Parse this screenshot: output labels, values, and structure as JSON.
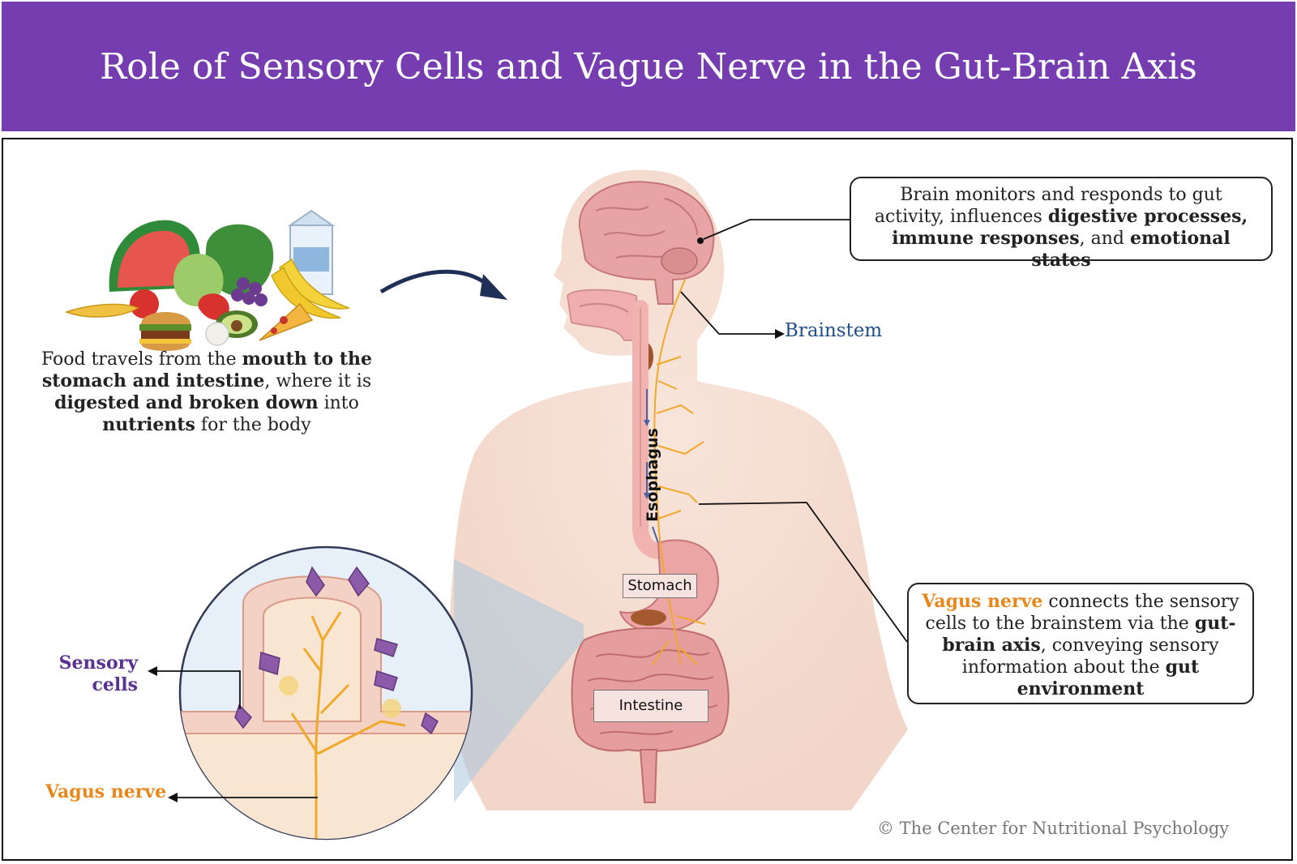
{
  "title": "Role of Sensory Cells and Vague Nerve in the Gut-Brain Axis",
  "food_text": {
    "p1": "Food travels from the ",
    "b1": "mouth to the stomach and intestine",
    "p2": ", where it is ",
    "b2": "digested and broken down",
    "p3": " into ",
    "b3": "nutrients",
    "p4": " for the body"
  },
  "brain_callout": {
    "p1": "Brain monitors and responds to gut activity, influences ",
    "b1": "digestive processes, immune responses",
    "p2": ", and ",
    "b2": "emotional states"
  },
  "vagus_callout": {
    "o1": "Vagus nerve",
    "p1": " connects the sensory cells to the brainstem via the ",
    "b1": "gut-brain axis",
    "p2": ", conveying sensory information about the ",
    "b2": "gut environment"
  },
  "labels": {
    "brainstem": "Brainstem",
    "esophagus": "Esophagus",
    "stomach": "Stomach",
    "intestine": "Intestine",
    "sensory_cells": "Sensory cells",
    "vagus_nerve": "Vagus nerve"
  },
  "copyright": "© The Center for Nutritional Psychology",
  "colors": {
    "banner": "#753db0",
    "nerve": "#f0a92a",
    "brainstem_label": "#1f4f8a",
    "sensory_label": "#5a3292",
    "vagus_label": "#e8881a"
  }
}
